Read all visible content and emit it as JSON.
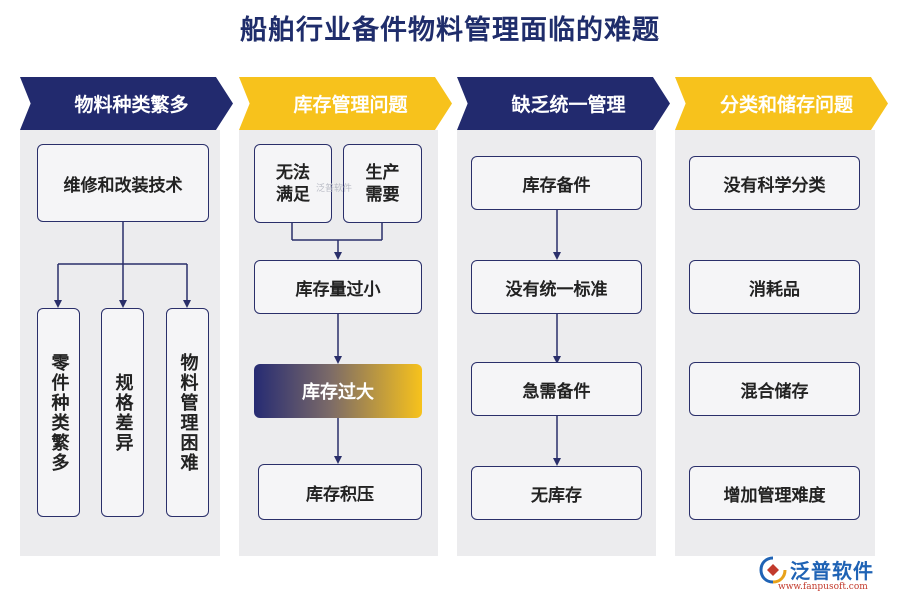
{
  "title": "船舶行业备件物料管理面临的难题",
  "columns": [
    {
      "header": "物料种类繁多"
    },
    {
      "header": "库存管理问题"
    },
    {
      "header": "缺乏统一管理"
    },
    {
      "header": "分类和储存问题"
    }
  ],
  "col1": {
    "top": "维修和改装技术",
    "children": [
      "零件种类繁多",
      "规格差异",
      "物料管理困难"
    ]
  },
  "col2": {
    "top_left": "无法满足",
    "top_right": "生产需要",
    "small": "库存量过小",
    "big": "库存过大",
    "backlog": "库存积压",
    "watermark": "泛普软件"
  },
  "col3": {
    "items": [
      "库存备件",
      "没有统一标准",
      "急需备件",
      "无库存"
    ]
  },
  "col4": {
    "items": [
      "没有科学分类",
      "消耗品",
      "混合储存",
      "增加管理难度"
    ]
  },
  "logo": {
    "name": "泛普软件",
    "url": "www.fanpusoft.com"
  },
  "colors": {
    "navy": "#222a6e",
    "gold": "#f7c21c",
    "panel": "#ececee"
  }
}
